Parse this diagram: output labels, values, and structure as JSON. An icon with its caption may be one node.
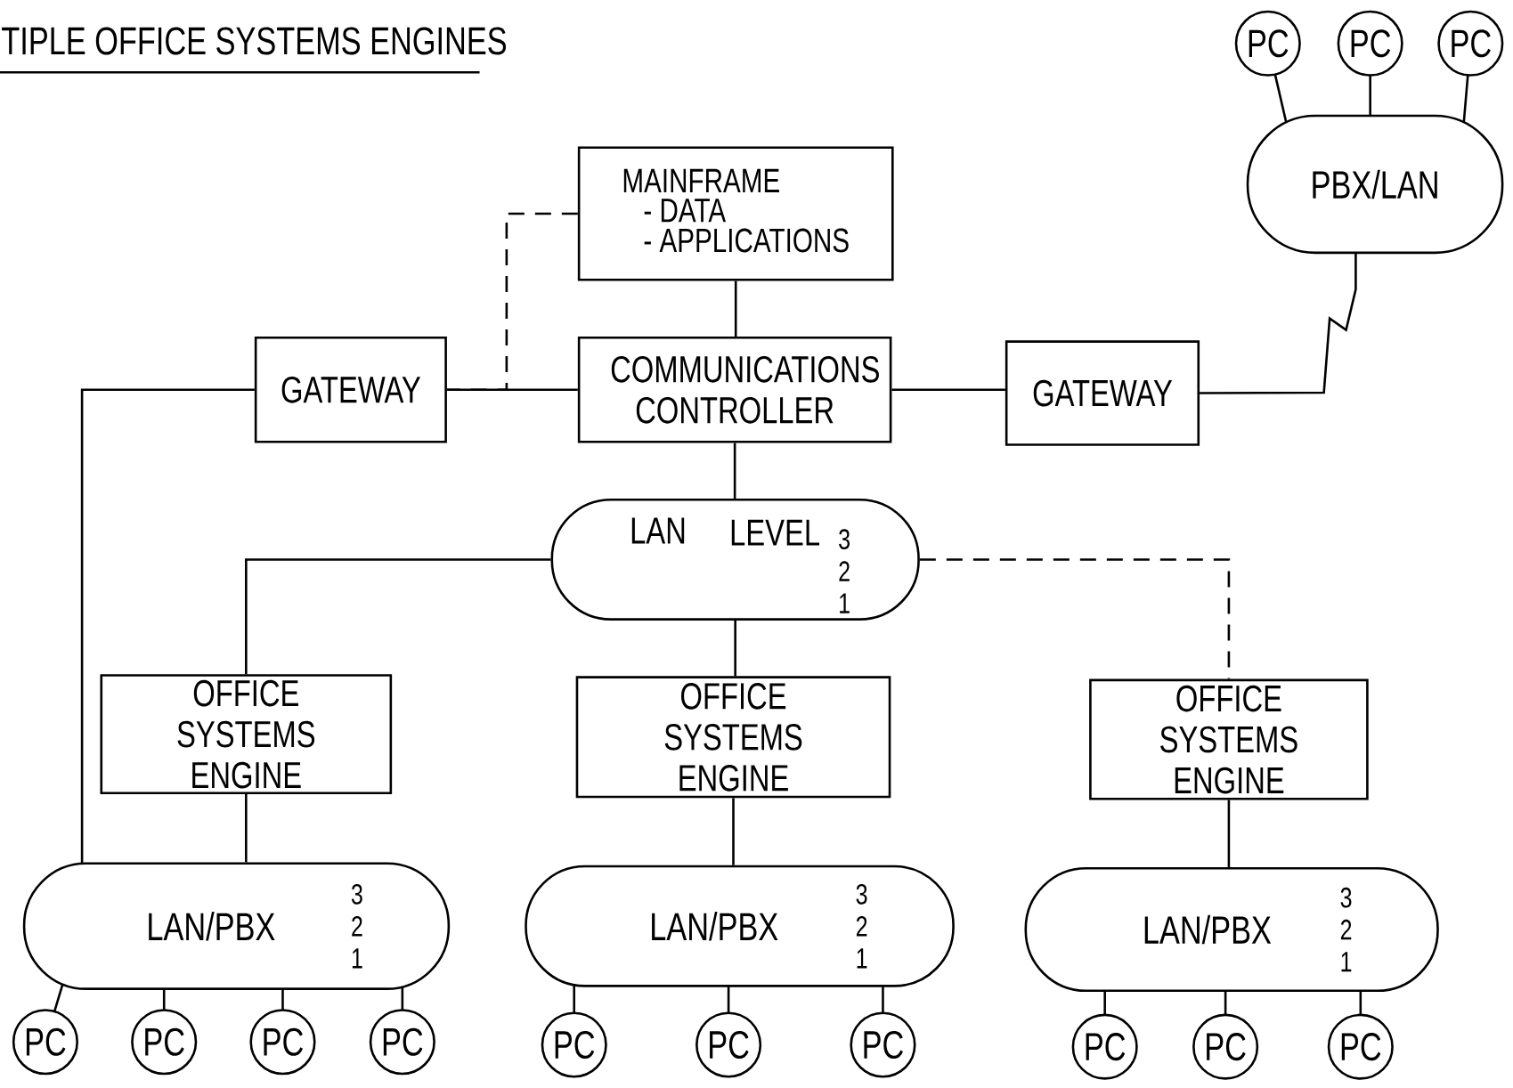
{
  "diagram": {
    "title": "TIPLE OFFICE SYSTEMS ENGINES",
    "nodes": [
      {
        "text": [
          "MAINFRAME",
          "- DATA",
          "- APPLICATIONS"
        ]
      },
      {
        "text": [
          "GATEWAY"
        ]
      },
      {
        "text": [
          "COMMUNICATIONS CONTROLLER"
        ]
      },
      {
        "text": [
          "GATEWAY"
        ]
      },
      {
        "text": [
          "PBX/LAN"
        ]
      },
      {
        "text": [
          "PC"
        ]
      },
      {
        "text": [
          "PC"
        ]
      },
      {
        "text": [
          "PC"
        ]
      },
      {
        "text": [
          "LAN",
          "LEVEL",
          "3 2 1"
        ]
      },
      {
        "text": [
          "OFFICE SYSTEMS ENGINE"
        ]
      },
      {
        "text": [
          "OFFICE SYSTEMS ENGINE"
        ]
      },
      {
        "text": [
          "OFFICE SYSTEMS ENGINE"
        ]
      },
      {
        "text": [
          "LAN/PBX",
          "3 2 1"
        ]
      },
      {
        "text": [
          "LAN/PBX",
          "3 2 1"
        ]
      },
      {
        "text": [
          "LAN/PBX",
          "3 2 1"
        ]
      },
      {
        "text": [
          "PC"
        ]
      },
      {
        "text": [
          "PC"
        ]
      },
      {
        "text": [
          "PC"
        ]
      },
      {
        "text": [
          "PC"
        ]
      },
      {
        "text": [
          "PC"
        ]
      },
      {
        "text": [
          "PC"
        ]
      },
      {
        "text": [
          "PC"
        ]
      },
      {
        "text": [
          "PC"
        ]
      },
      {
        "text": [
          "PC"
        ]
      },
      {
        "text": [
          "PC"
        ]
      }
    ],
    "edges": [
      {
        "from": 0,
        "to": 2,
        "arrow": "none"
      },
      {
        "from": 0,
        "to": 1,
        "arrow": "none",
        "style": "dashed"
      },
      {
        "from": 1,
        "to": 2,
        "arrow": "none"
      },
      {
        "from": 2,
        "to": 3,
        "arrow": "none"
      },
      {
        "from": 3,
        "to": 4,
        "arrow": "none"
      },
      {
        "from": 5,
        "to": 4,
        "arrow": "none"
      },
      {
        "from": 6,
        "to": 4,
        "arrow": "none"
      },
      {
        "from": 7,
        "to": 4,
        "arrow": "none"
      },
      {
        "from": 2,
        "to": 8,
        "arrow": "none"
      },
      {
        "from": 8,
        "to": 9,
        "arrow": "none"
      },
      {
        "from": 8,
        "to": 10,
        "arrow": "none"
      },
      {
        "from": 8,
        "to": 11,
        "arrow": "none",
        "style": "dashed"
      },
      {
        "from": 1,
        "to": 12,
        "arrow": "none"
      },
      {
        "from": 9,
        "to": 12,
        "arrow": "none"
      },
      {
        "from": 10,
        "to": 13,
        "arrow": "none"
      },
      {
        "from": 11,
        "to": 14,
        "arrow": "none"
      },
      {
        "from": 15,
        "to": 12,
        "arrow": "none"
      },
      {
        "from": 16,
        "to": 12,
        "arrow": "none"
      },
      {
        "from": 17,
        "to": 12,
        "arrow": "none"
      },
      {
        "from": 18,
        "to": 12,
        "arrow": "none"
      },
      {
        "from": 19,
        "to": 13,
        "arrow": "none"
      },
      {
        "from": 20,
        "to": 13,
        "arrow": "none"
      },
      {
        "from": 21,
        "to": 13,
        "arrow": "none"
      },
      {
        "from": 22,
        "to": 14,
        "arrow": "none"
      },
      {
        "from": 23,
        "to": 14,
        "arrow": "none"
      },
      {
        "from": 24,
        "to": 14,
        "arrow": "none"
      }
    ]
  }
}
